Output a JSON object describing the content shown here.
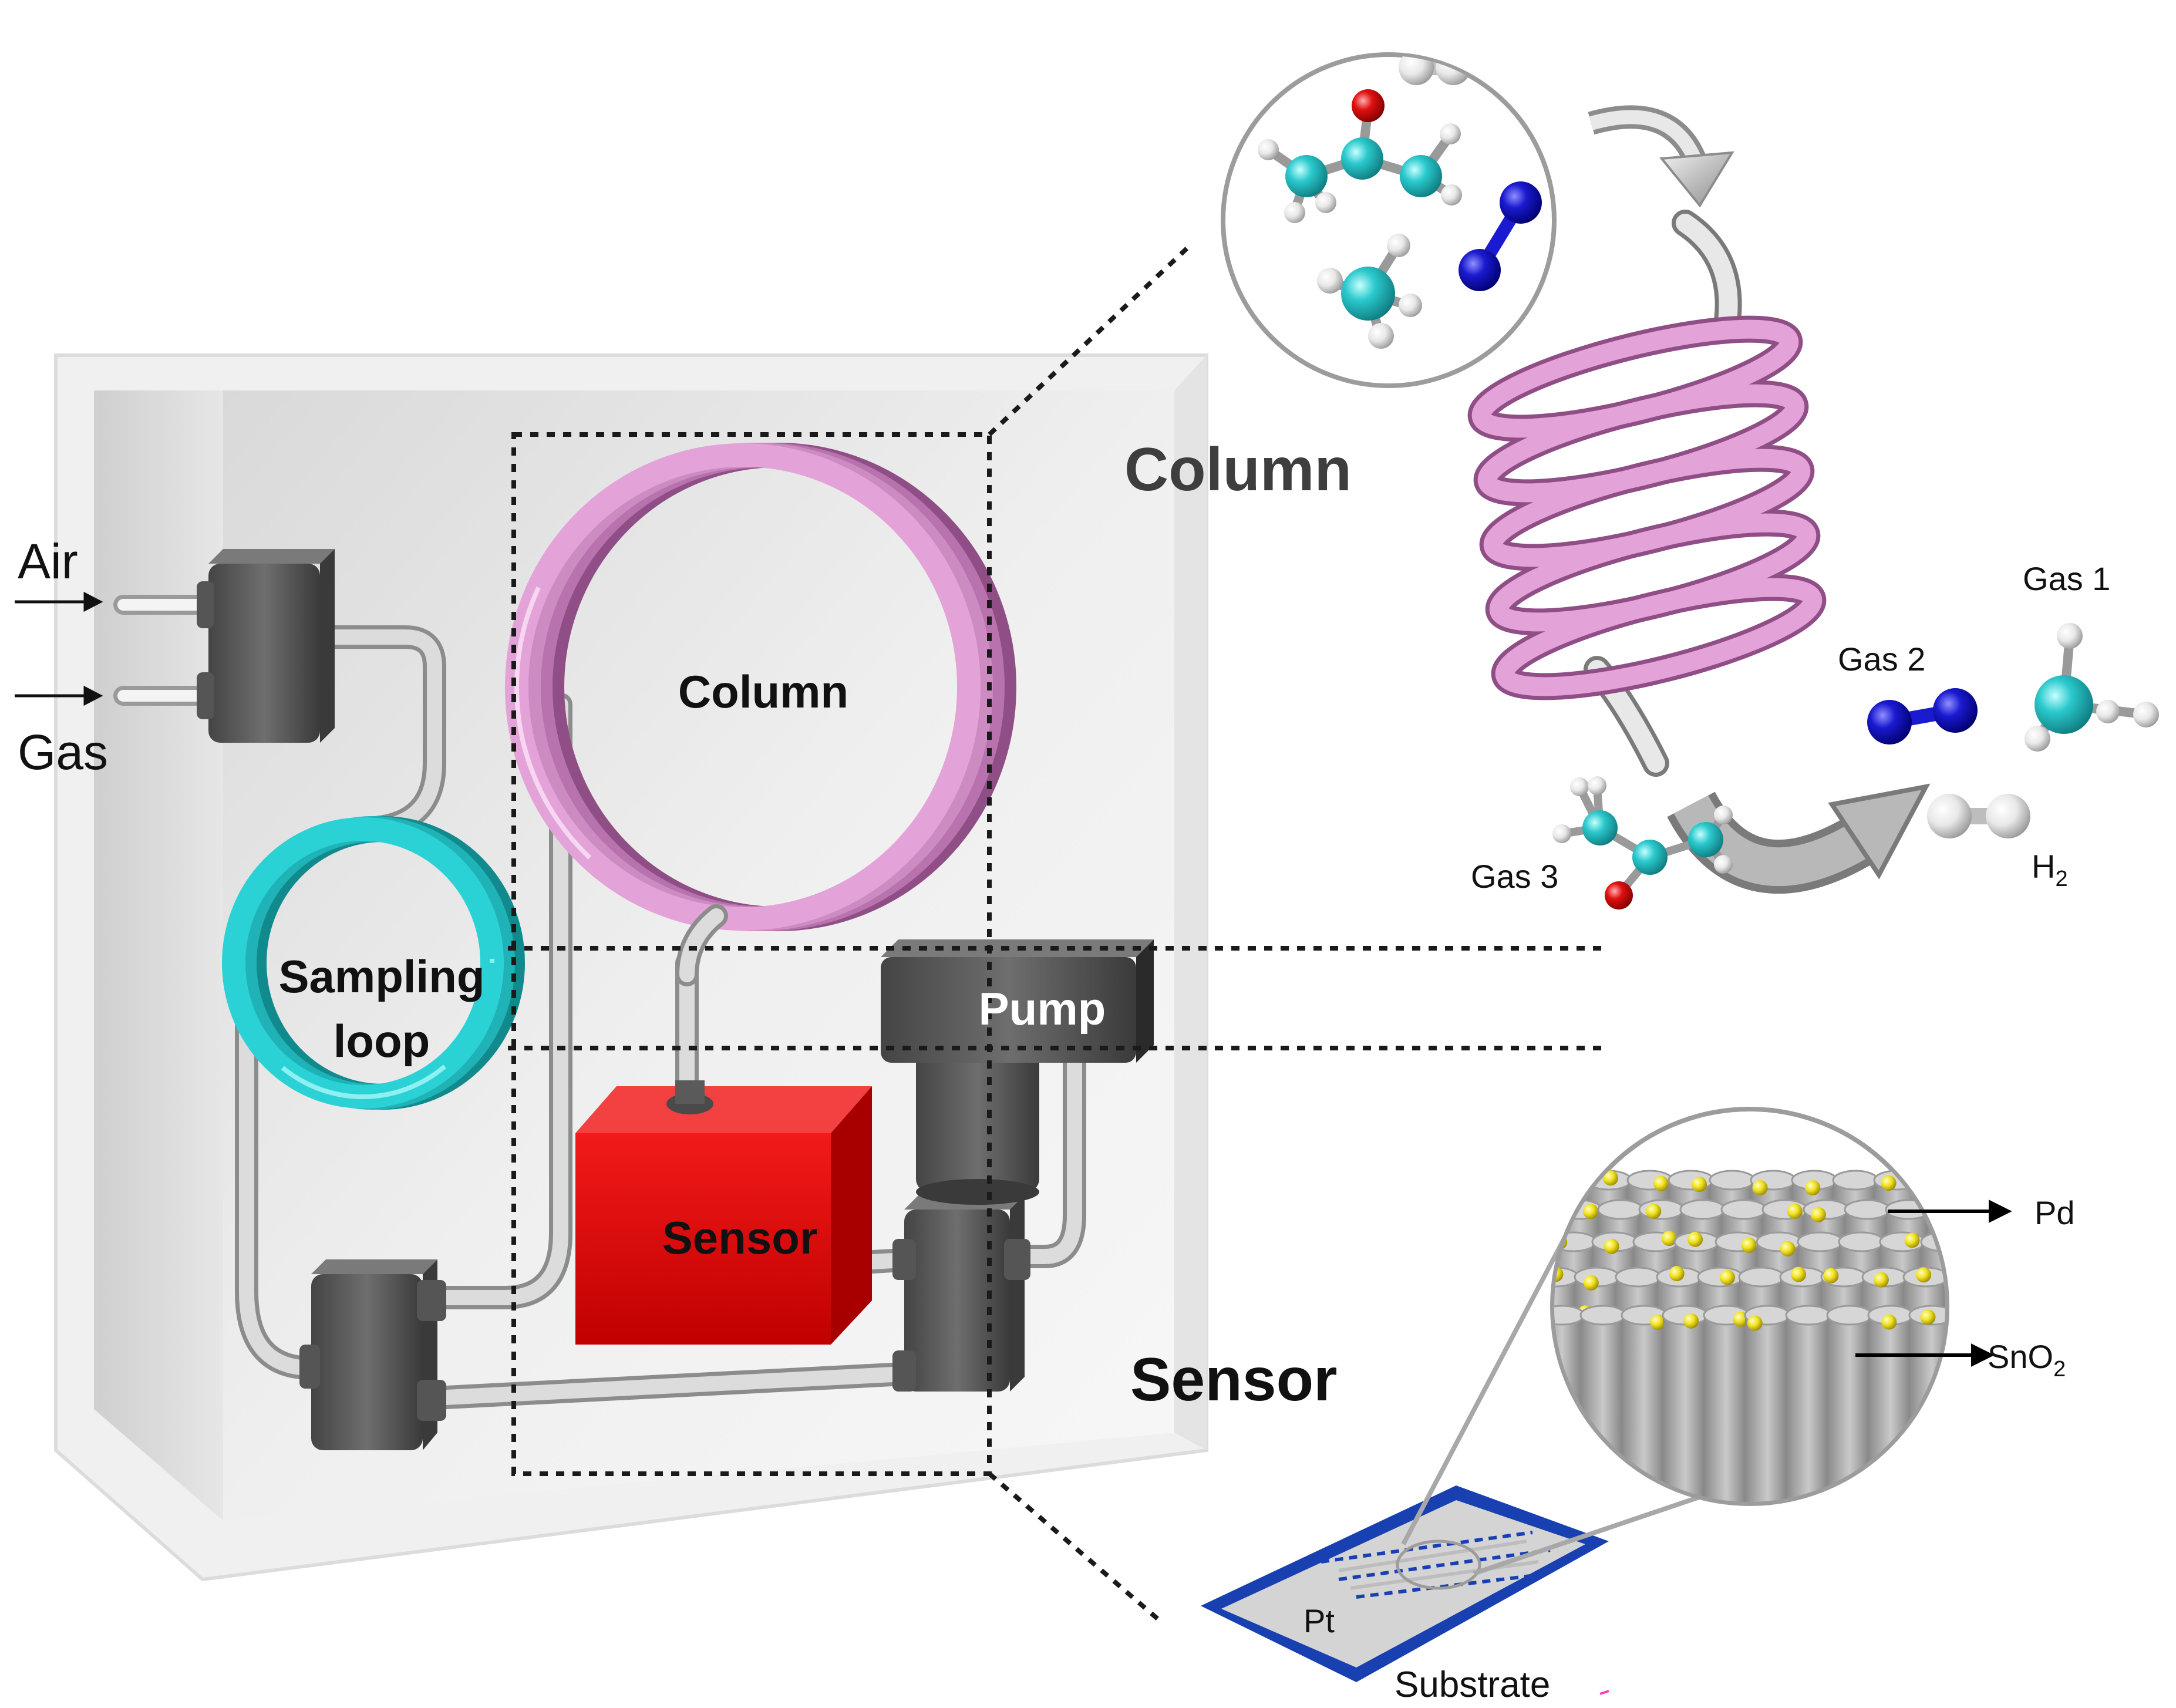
{
  "labels": {
    "air": "Air",
    "gas": "Gas",
    "sampling_loop_line1": "Sampling",
    "sampling_loop_line2": "loop",
    "column_inner": "Column",
    "pump": "Pump",
    "sensor_inner": "Sensor",
    "column_title": "Column",
    "sensor_title": "Sensor",
    "gas1": "Gas 1",
    "gas2": "Gas 2",
    "gas3": "Gas 3",
    "h2_base": "H",
    "h2_sub": "2",
    "pd": "Pd",
    "sno2_base": "SnO",
    "sno2_sub": "2",
    "pt": "Pt",
    "substrate": "Substrate"
  },
  "icons": {
    "column_coil": "pink-coil-icon",
    "sampling_loop": "cyan-loop-icon",
    "sensor_block": "red-sensor-block",
    "pump_block": "pump-icon",
    "molecule": "molecule-icon",
    "nanorod_array": "nanorod-array-icon"
  },
  "colors": {
    "column": "#e3a3d8",
    "column_dark": "#b872ae",
    "loop": "#2ad2d6",
    "sensor": "#e01010",
    "sensor_dark": "#a00000",
    "connector": "#5a5a5a",
    "tube": "#c8c8c8",
    "carbon": "#2ac9cd",
    "oxygen": "#e01010",
    "nitrogen": "#1a1ad0",
    "hydrogen": "#ececec",
    "pd_particle": "#f0e020",
    "substrate_border": "#1840b0"
  }
}
